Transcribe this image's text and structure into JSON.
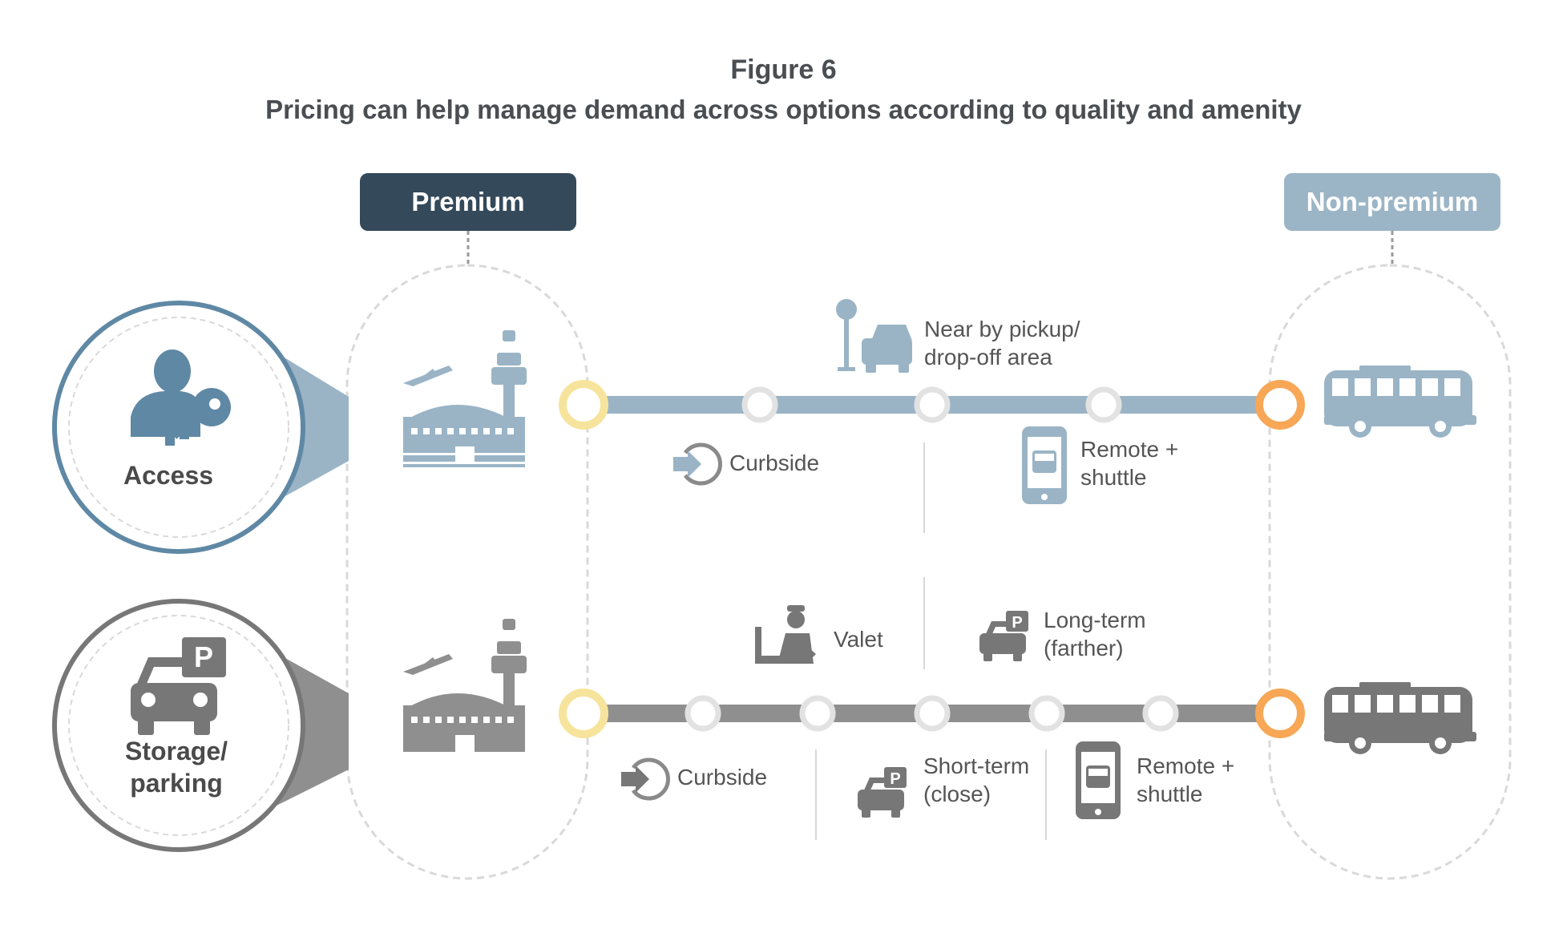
{
  "figure_label": "Figure 6",
  "title": "Pricing can help manage demand across options according to quality and amenity",
  "tiers": {
    "premium": "Premium",
    "non_premium": "Non-premium"
  },
  "categories": {
    "access": {
      "label": "Access",
      "options": {
        "curbside": "Curbside",
        "nearby": "Near by pickup/\ndrop-off area",
        "remote": "Remote +\nshuttle"
      }
    },
    "storage": {
      "label": "Storage/\nparking",
      "options": {
        "curbside": "Curbside",
        "valet": "Valet",
        "short_term": "Short-term\n(close)",
        "long_term": "Long-term\n(farther)",
        "remote": "Remote +\nshuttle"
      }
    }
  },
  "colors": {
    "access_blue": "#5f88a5",
    "access_track": "#9ab4c6",
    "storage_gray": "#777777",
    "storage_track": "#8f8f8f",
    "premium_node": "#f7e49c",
    "non_premium_node": "#f7a756",
    "mid_node": "#e2e2e2",
    "premium_pill": "#34495a",
    "non_premium_pill": "#9cb5c6"
  },
  "icons": [
    "person-key-icon",
    "car-parking-icon",
    "airport-icon",
    "bus-icon",
    "car-stop-icon",
    "curbside-arrow-icon",
    "phone-shuttle-icon",
    "valet-icon"
  ]
}
